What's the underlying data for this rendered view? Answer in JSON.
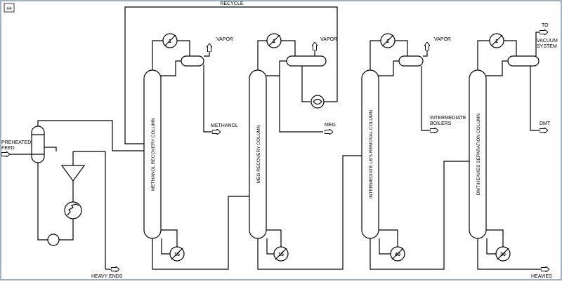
{
  "diagram": {
    "corner_tag": "A4",
    "labels": {
      "recycle": "RECYCLE",
      "preheated_feed_1": "PREHEATED",
      "preheated_feed_2": "FEED",
      "heavy_ends": "HEAVY ENDS",
      "heavies": "HEAVIES",
      "methanol": "METHANOL",
      "meg": "MEG",
      "intermediate_1": "INTERMEDIATE",
      "intermediate_2": "BOILERS",
      "dmt": "DMT",
      "to_vacuum_1": "TO",
      "to_vacuum_2": "VACUUM",
      "to_vacuum_3": "SYSTEM"
    },
    "columns": [
      {
        "name": "METHANOL RECOVERY COLUMN",
        "condenser_number": "1",
        "reboiler_number": "15",
        "overhead": "VAPOR"
      },
      {
        "name": "MEG RECOVERY COLUMN",
        "condenser_number": "1",
        "reboiler_number": "15",
        "overhead": "VAPOR"
      },
      {
        "name": "INTERMEDIATE LB'S REMOVAL COLUMN",
        "condenser_number": "1",
        "reboiler_number": "40",
        "overhead": "VAPOR"
      },
      {
        "name": "DMT/HEAVIES SEPARATION COLUMN",
        "condenser_number": "1",
        "reboiler_number": "30",
        "overhead": ""
      }
    ]
  }
}
